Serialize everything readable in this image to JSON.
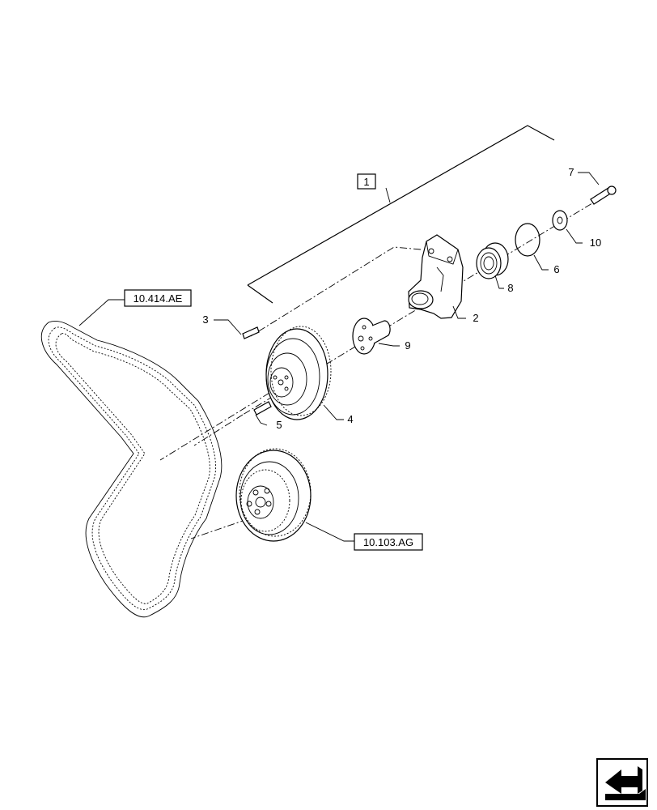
{
  "group_label": "1",
  "references": {
    "belt": "10.414.AE",
    "crank_pulley": "10.103.AG"
  },
  "callouts": [
    {
      "id": "part-2",
      "label": "2"
    },
    {
      "id": "part-3",
      "label": "3"
    },
    {
      "id": "part-4",
      "label": "4"
    },
    {
      "id": "part-5",
      "label": "5"
    },
    {
      "id": "part-6",
      "label": "6"
    },
    {
      "id": "part-7",
      "label": "7"
    },
    {
      "id": "part-8",
      "label": "8"
    },
    {
      "id": "part-9",
      "label": "9"
    },
    {
      "id": "part-10",
      "label": "10"
    }
  ],
  "nav_icon": "next-page-arrow-icon"
}
